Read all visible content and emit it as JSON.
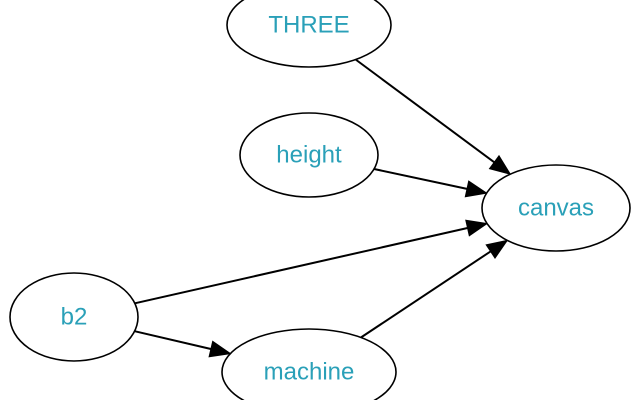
{
  "colors": {
    "label": "#2aa0b8",
    "stroke": "#000000",
    "background": "#ffffff"
  },
  "graph": {
    "type": "directed",
    "nodes": [
      {
        "id": "THREE",
        "label": "THREE"
      },
      {
        "id": "height",
        "label": "height"
      },
      {
        "id": "canvas",
        "label": "canvas"
      },
      {
        "id": "b2",
        "label": "b2"
      },
      {
        "id": "machine",
        "label": "machine"
      }
    ],
    "edges": [
      {
        "from": "THREE",
        "to": "canvas"
      },
      {
        "from": "height",
        "to": "canvas"
      },
      {
        "from": "b2",
        "to": "canvas"
      },
      {
        "from": "b2",
        "to": "machine"
      },
      {
        "from": "machine",
        "to": "canvas"
      }
    ]
  }
}
